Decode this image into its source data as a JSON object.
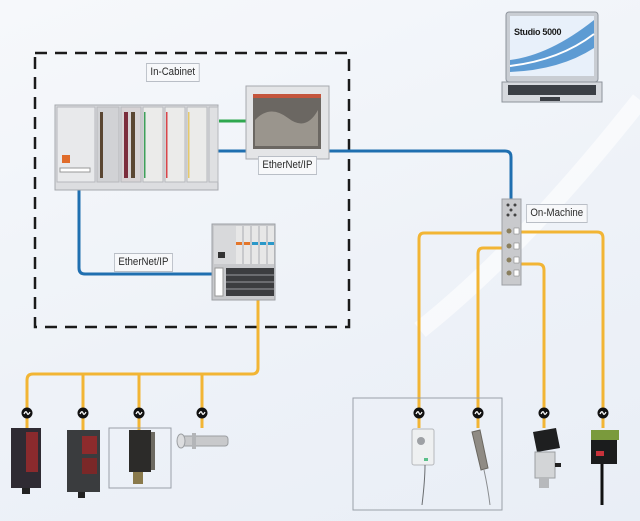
{
  "diagram": {
    "type": "industrial-network-topology",
    "zones": {
      "in_cabinet": "In-Cabinet",
      "on_machine": "On-Machine"
    },
    "links": {
      "ethernet_top": "EtherNet/IP",
      "ethernet_bottom": "EtherNet/IP"
    },
    "laptop": {
      "screen_title": "Studio 5000"
    },
    "nodes": [
      {
        "id": "laptop",
        "name": "Programming laptop (Studio 5000)"
      },
      {
        "id": "controller",
        "name": "Modular controller with I/O modules"
      },
      {
        "id": "hmi",
        "name": "Operator HMI panel"
      },
      {
        "id": "io-block",
        "name": "Distributed I/O adapter"
      },
      {
        "id": "on-machine-io",
        "name": "On-Machine I/O block"
      },
      {
        "id": "sensor-1",
        "name": "Photoelectric sensor"
      },
      {
        "id": "sensor-2",
        "name": "Photoelectric sensor"
      },
      {
        "id": "sensor-3",
        "name": "Compact photoelectric sensor"
      },
      {
        "id": "sensor-4",
        "name": "Cylindrical proximity sensor"
      },
      {
        "id": "sensor-5",
        "name": "Flat inductive sensor"
      },
      {
        "id": "sensor-6",
        "name": "Slim sensor"
      },
      {
        "id": "sensor-7",
        "name": "Pressure sensor"
      },
      {
        "id": "sensor-8",
        "name": "Color/contrast sensor"
      }
    ],
    "colors": {
      "ethernet": "#1f6fb0",
      "io_link": "#f2b534",
      "hmi_link": "#2fa84f",
      "cabinet_border": "#1a1a1a"
    }
  }
}
